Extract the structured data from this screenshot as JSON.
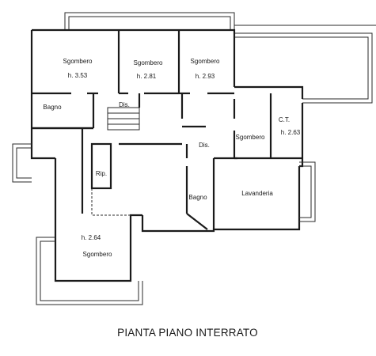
{
  "rooms": {
    "sgombero_1": {
      "name": "Sgombero",
      "height": "h. 3.53"
    },
    "sgombero_2": {
      "name": "Sgombero",
      "height": "h. 2.81"
    },
    "sgombero_3": {
      "name": "Sgombero",
      "height": "h. 2.93"
    },
    "bagno_1": {
      "name": "Bagno"
    },
    "dis_1": {
      "name": "Dis."
    },
    "sgombero_4": {
      "name": "Sgombero"
    },
    "ct": {
      "name": "C.T.",
      "height": "h. 2.63"
    },
    "dis_2": {
      "name": "Dis."
    },
    "rip": {
      "name": "Rip."
    },
    "bagno_2": {
      "name": "Bagno"
    },
    "lavanderia": {
      "name": "Lavanderia"
    },
    "sgombero_5": {
      "name": "Sgombero",
      "height": "h. 2.64"
    }
  },
  "title": "PIANTA PIANO INTERRATO"
}
